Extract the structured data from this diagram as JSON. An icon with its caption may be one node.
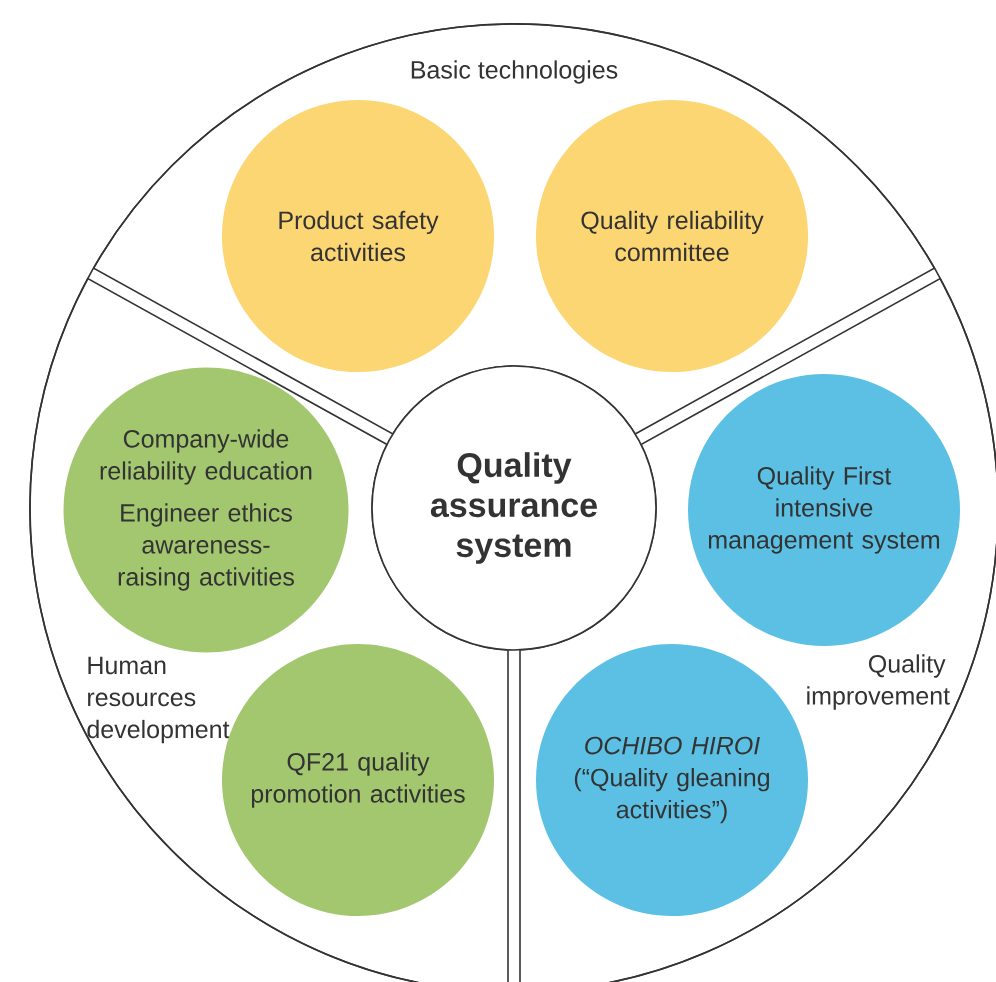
{
  "diagram": {
    "nodes": [
      {
        "text": [
          "Basic technologies"
        ]
      },
      {
        "text": [
          "Product safety activities"
        ],
        "in": 0
      },
      {
        "text": [
          "Quality reliability committee"
        ],
        "in": 0
      },
      {
        "text": [
          "Human resources development"
        ]
      },
      {
        "text": [
          "Company-wide reliability education",
          "Engineer ethics awareness-raising activities"
        ],
        "in": 3
      },
      {
        "text": [
          "QF21 quality promotion activities"
        ],
        "in": 3
      },
      {
        "text": [
          "Quality improvement"
        ]
      },
      {
        "text": [
          "Quality First intensive management system"
        ],
        "in": 6
      },
      {
        "text": [
          "*OCHIBO HIROI* (“Quality gleaning activities”)"
        ],
        "in": 6
      },
      {
        "text": [
          "Quality assurance system"
        ]
      }
    ]
  }
}
